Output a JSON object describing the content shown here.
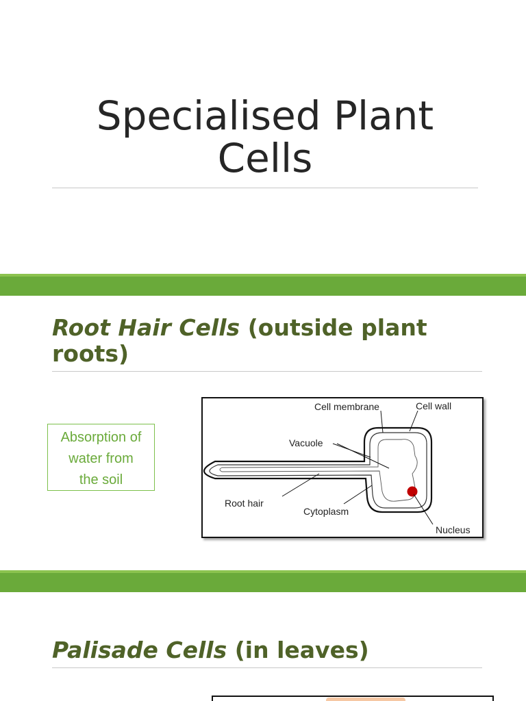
{
  "title": {
    "line1": "Specialised Plant",
    "line2": "Cells"
  },
  "sections": [
    {
      "heading_italic": "Root Hair Cells",
      "heading_rest": " (outside plant roots)",
      "description": [
        "Absorption of",
        "water from",
        "the soil"
      ],
      "diagram": {
        "labels": {
          "cell_membrane": "Cell membrane",
          "cell_wall": "Cell wall",
          "vacuole": "Vacuole",
          "root_hair": "Root hair",
          "cytoplasm": "Cytoplasm",
          "nucleus": "Nucleus"
        }
      }
    },
    {
      "heading_italic": "Palisade Cells",
      "heading_rest": " (in leaves)"
    }
  ],
  "colors": {
    "band": "#6aaa3a",
    "heading": "#4f6228",
    "text_accent": "#6aaa3a",
    "nucleus": "#c00000"
  }
}
